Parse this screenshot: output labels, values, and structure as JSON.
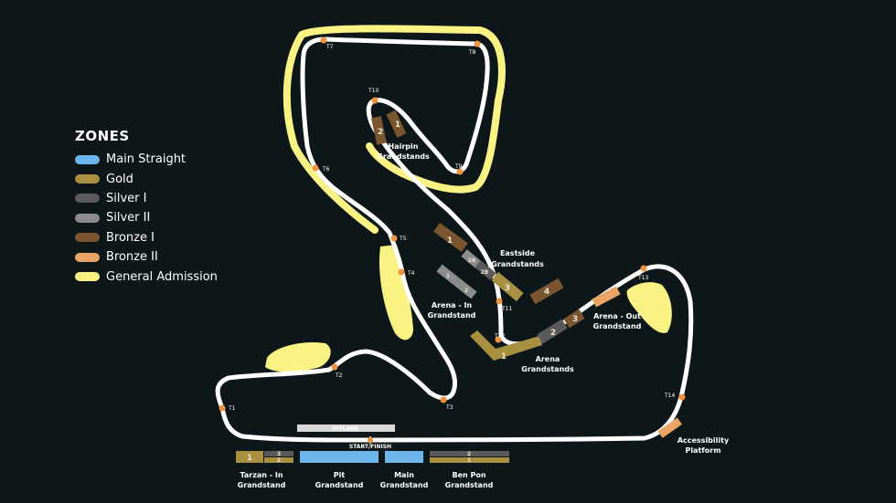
{
  "legend": {
    "title": "ZONES",
    "items": [
      {
        "label": "Main Straight",
        "color": "#6db6ec"
      },
      {
        "label": "Gold",
        "color": "#a89040"
      },
      {
        "label": "Silver I",
        "color": "#5a5a5a"
      },
      {
        "label": "Silver II",
        "color": "#8c8c8c"
      },
      {
        "label": "Bronze I",
        "color": "#7a5530"
      },
      {
        "label": "Bronze II",
        "color": "#eaa566"
      },
      {
        "label": "General Admission",
        "color": "#fbf284"
      }
    ]
  },
  "turns": [
    "T1",
    "T2",
    "T3",
    "T4",
    "T5",
    "T6",
    "T7",
    "T8",
    "T9",
    "T10",
    "T11",
    "T12",
    "T13",
    "T14"
  ],
  "areas": {
    "pitlane": "PITLANE",
    "start_finish": "START/FINISH",
    "hairpin": [
      "Hairpin",
      "Grandstands"
    ],
    "eastside": [
      "Eastside",
      "Grandstands"
    ],
    "arena_in": [
      "Arena - In",
      "Grandstand"
    ],
    "arena": [
      "Arena",
      "Grandstands"
    ],
    "arena_out": [
      "Arena - Out",
      "Grandstand"
    ],
    "accessibility": [
      "Accessibility",
      "Platform"
    ],
    "tarzan": [
      "Tarzan - In",
      "Grandstand"
    ],
    "pit": [
      "Pit",
      "Grandstand"
    ],
    "main": [
      "Main",
      "Grandstand"
    ],
    "benpon": [
      "Ben Pon",
      "Grandstand"
    ]
  },
  "sections": {
    "hairpin_1": "1",
    "hairpin_2": "2",
    "eastside_1": "1",
    "eastside_2a": "2A",
    "eastside_2b": "2B",
    "eastside_3": "3",
    "eastside_4": "4",
    "arena_in_1": "1",
    "arena_in_2": "2",
    "arena_1": "1",
    "arena_2": "2",
    "arena_3": "3",
    "tarzan_1": "1",
    "tarzan_2": "2",
    "tarzan_3": "3",
    "benpon_1": "1",
    "benpon_2": "2"
  }
}
